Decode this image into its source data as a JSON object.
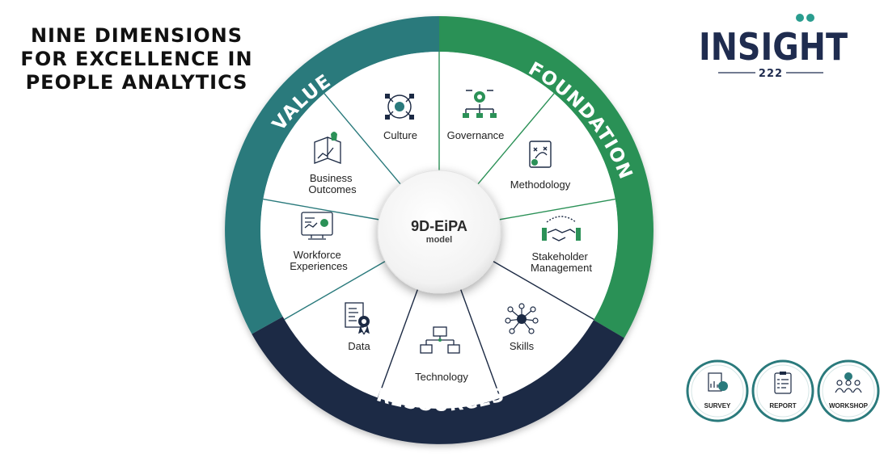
{
  "title_lines": [
    "NINE DIMENSIONS",
    "FOR EXCELLENCE IN",
    "PEOPLE ANALYTICS"
  ],
  "logo": {
    "word": "INSIGHT",
    "number": "222"
  },
  "center": {
    "title": "9D-EiPA",
    "subtitle": "model"
  },
  "ring": {
    "value": "VALUE",
    "foundation": "FOUNDATION",
    "resources": "RESOURCES"
  },
  "segments": [
    {
      "lines": [
        "Governance"
      ],
      "icon": "gear-hierarchy-icon"
    },
    {
      "lines": [
        "Methodology"
      ],
      "icon": "strategy-document-icon"
    },
    {
      "lines": [
        "Stakeholder",
        "Management"
      ],
      "icon": "handshake-icon"
    },
    {
      "lines": [
        "Skills"
      ],
      "icon": "network-people-icon"
    },
    {
      "lines": [
        "Technology"
      ],
      "icon": "computer-network-icon"
    },
    {
      "lines": [
        "Data"
      ],
      "icon": "certificate-document-icon"
    },
    {
      "lines": [
        "Workforce",
        "Experiences"
      ],
      "icon": "monitor-dashboard-icon"
    },
    {
      "lines": [
        "Business",
        "Outcomes"
      ],
      "icon": "rocket-chart-icon"
    },
    {
      "lines": [
        "Culture"
      ],
      "icon": "hands-circle-icon"
    }
  ],
  "services": [
    {
      "label": "SURVEY",
      "icon": "survey-chart-icon"
    },
    {
      "label": "REPORT",
      "icon": "clipboard-report-icon"
    },
    {
      "label": "WORKSHOP",
      "icon": "workshop-team-icon"
    }
  ],
  "colors": {
    "teal": "#2a7a7c",
    "green": "#2b9157",
    "navy": "#1c2a44",
    "divider_teal": "#2a7a7c",
    "divider_green": "#2b9157",
    "divider_navy": "#1c2a44"
  }
}
